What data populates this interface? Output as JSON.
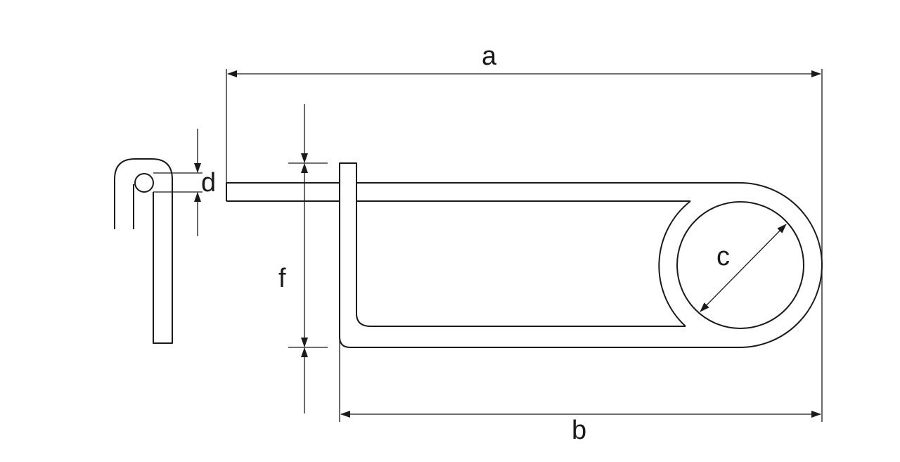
{
  "labels": {
    "a": "a",
    "b": "b",
    "c": "c",
    "d": "d",
    "f": "f"
  },
  "colors": {
    "line": "#1a1a1a",
    "background": "#ffffff"
  }
}
